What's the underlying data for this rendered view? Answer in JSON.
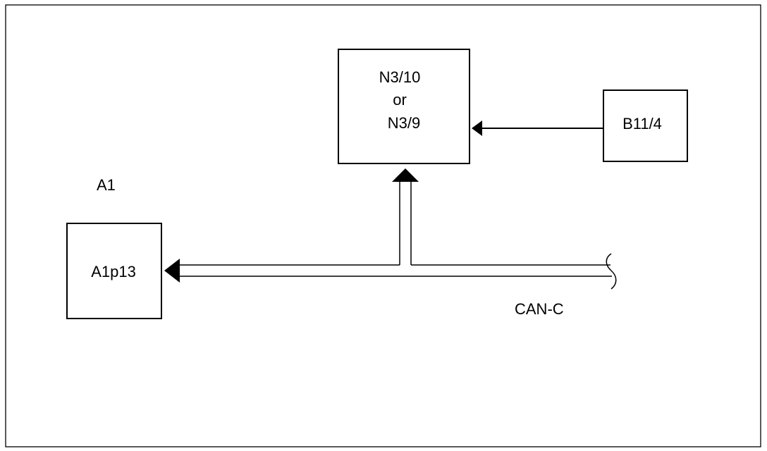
{
  "diagram": {
    "controller": {
      "line1": "N3/10",
      "line2": "or",
      "line3": "N3/9"
    },
    "sensor": "B11/4",
    "group_label": "A1",
    "cluster": "A1p13",
    "bus": "CAN-C"
  },
  "colors": {
    "stroke": "#000000",
    "background": "#ffffff"
  }
}
